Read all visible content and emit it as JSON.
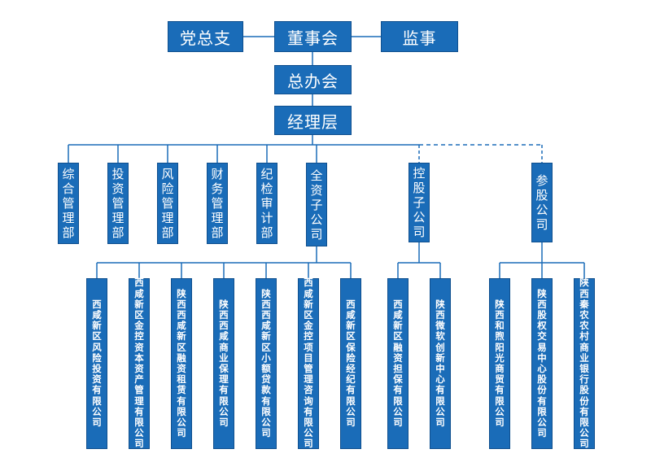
{
  "colors": {
    "box": "#1a6cb8",
    "line": "#1a6cb8"
  },
  "top": {
    "party": "党总支",
    "board": "董事会",
    "supervisor": "监事"
  },
  "office": "总办会",
  "manager": "经理层",
  "departments": [
    {
      "id": "zonghe",
      "label": "综合管理部"
    },
    {
      "id": "touzi",
      "label": "投资管理部"
    },
    {
      "id": "fengxian",
      "label": "风险管理部"
    },
    {
      "id": "caiwu",
      "label": "财务管理部"
    },
    {
      "id": "jijian",
      "label": "纪检审计部"
    }
  ],
  "groups": {
    "wholly_owned": "全资子公司",
    "holding": "控股子公司",
    "participating": "参股公司"
  },
  "companies": {
    "wholly_owned": [
      "西咸新区风险投资有限公司",
      "西咸新区金控资本资产管理有限公司",
      "陕西西咸新区融资租赁有限公司",
      "陕西西咸商业保理有限公司",
      "陕西西咸新区小额贷款有限公司",
      "西咸新区金控项目管理咨询有限公司",
      "西咸新区保险经纪有限公司"
    ],
    "holding": [
      "西咸新区融资担保有限公司",
      "陕西微软创新中心有限公司"
    ],
    "participating": [
      "陕西和煦阳光商贸有限公司",
      "陕西股权交易中心股份有限公司",
      "陕西秦农农村商业银行股份有限公司"
    ]
  }
}
